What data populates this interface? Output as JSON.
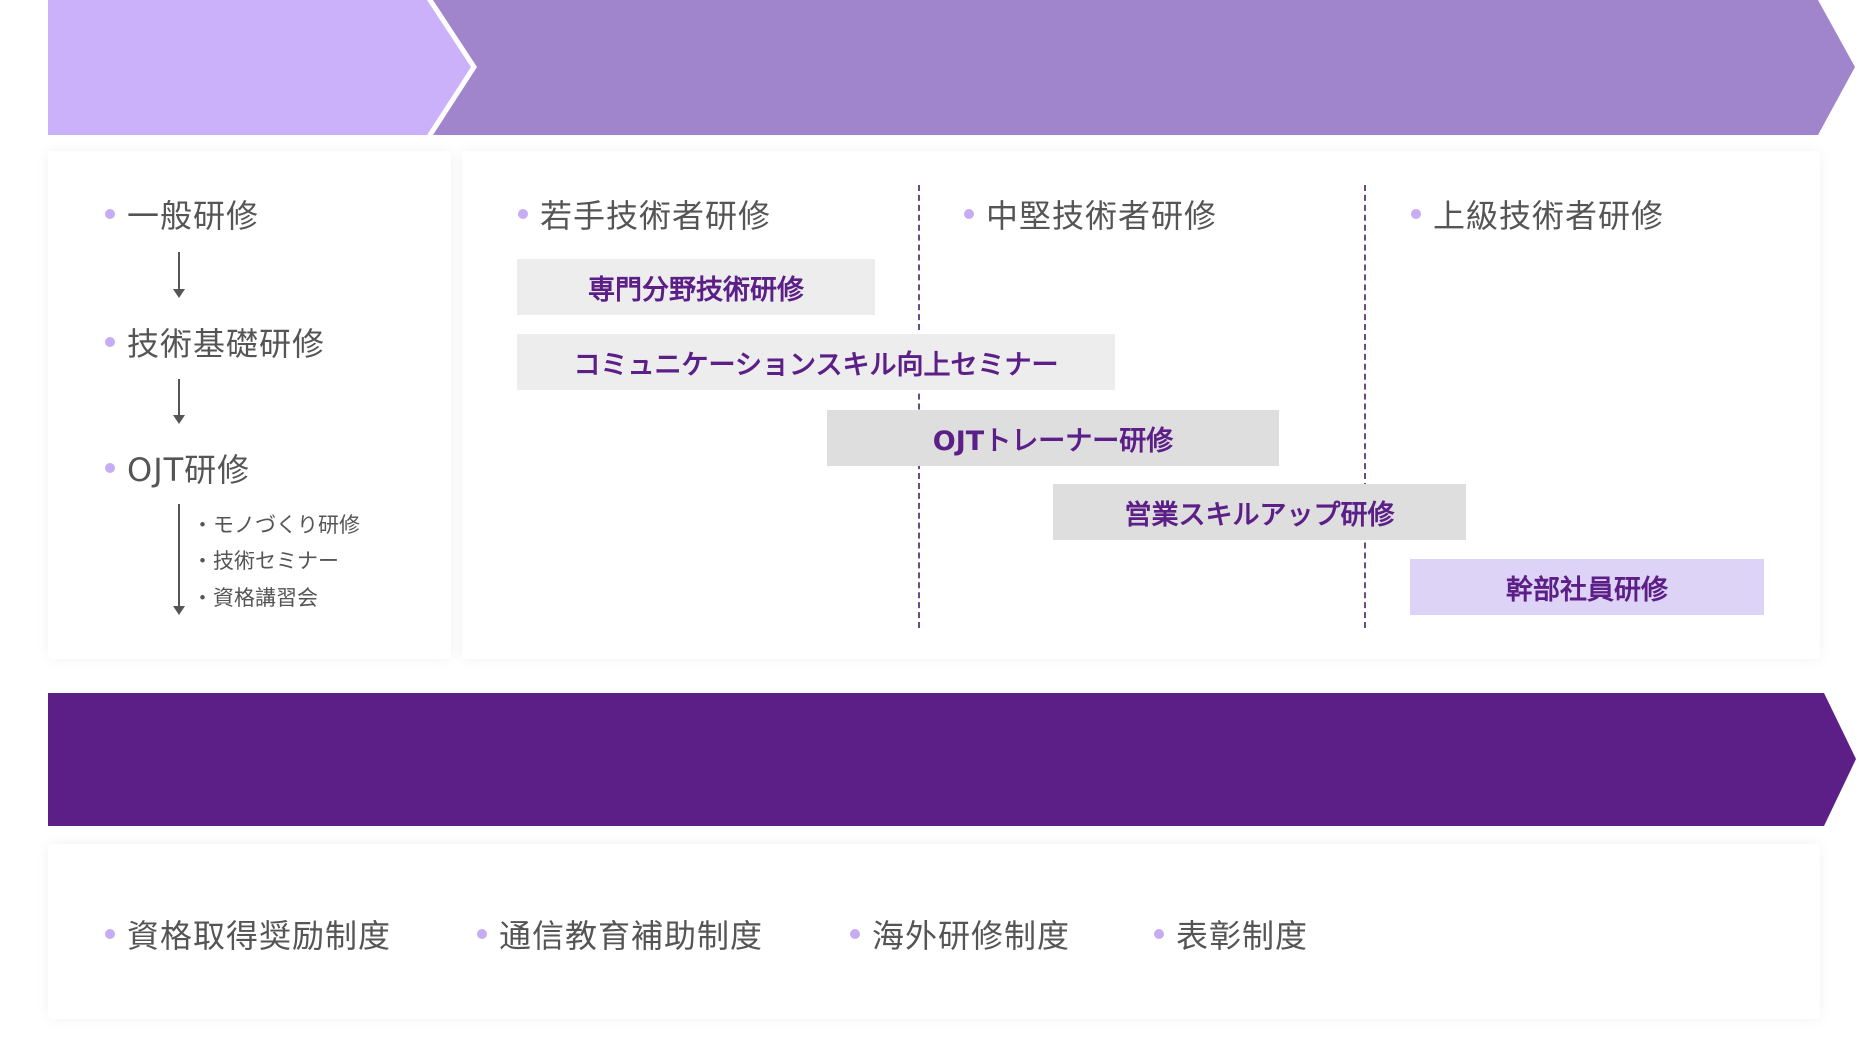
{
  "colors": {
    "banner_light": "#cbb1fa",
    "banner_mid": "#a185cc",
    "banner_dark": "#5c1f87",
    "bullet": "#c6acf5",
    "bar_light": "#ededed",
    "bar_gray": "#dedede",
    "bar_lavender": "#ddd3f6"
  },
  "general": {
    "items": [
      "一般研修",
      "技術基礎研修",
      "OJT研修"
    ],
    "sub_items": [
      "・モノづくり研修",
      "・技術セミナー",
      "・資格講習会"
    ]
  },
  "levels": {
    "headers": [
      "若手技術者研修",
      "中堅技術者研修",
      "上級技術者研修"
    ],
    "bars": [
      "専門分野技術研修",
      "コミュニケーションスキル向上セミナー",
      "OJTトレーナー研修",
      "営業スキルアップ研修",
      "幹部社員研修"
    ]
  },
  "support": {
    "items": [
      "資格取得奨励制度",
      "通信教育補助制度",
      "海外研修制度",
      "表彰制度"
    ]
  }
}
